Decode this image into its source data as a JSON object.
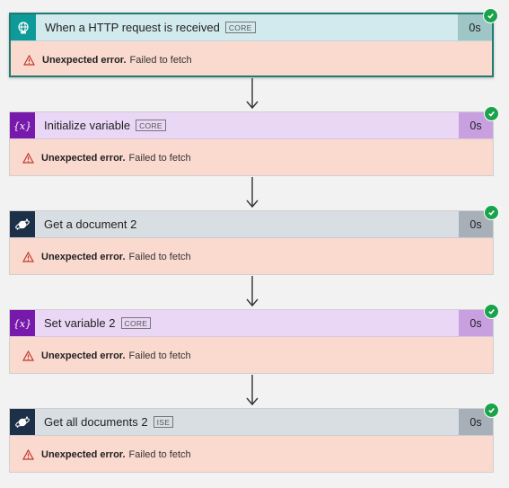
{
  "steps": [
    {
      "title": "When a HTTP request is received",
      "tag": "CORE",
      "duration": "0s",
      "icon": "http-request-icon",
      "header_color": "#d2e9ed",
      "icon_bg": "#0e9a98",
      "duration_bg": "#9ec6c6",
      "status": "succeeded",
      "error_title": "Unexpected error.",
      "error_message": "Failed to fetch"
    },
    {
      "title": "Initialize variable",
      "tag": "CORE",
      "duration": "0s",
      "icon": "variable-icon",
      "header_color": "#e9d7f5",
      "icon_bg": "#7719aa",
      "duration_bg": "#c8a0e0",
      "status": "succeeded",
      "error_title": "Unexpected error.",
      "error_message": "Failed to fetch"
    },
    {
      "title": "Get a document 2",
      "tag": "",
      "duration": "0s",
      "icon": "cosmos-db-icon",
      "header_color": "#d9dee2",
      "icon_bg": "#1c3147",
      "duration_bg": "#a7b0b9",
      "status": "succeeded",
      "error_title": "Unexpected error.",
      "error_message": "Failed to fetch"
    },
    {
      "title": "Set variable 2",
      "tag": "CORE",
      "duration": "0s",
      "icon": "variable-icon",
      "header_color": "#e9d7f5",
      "icon_bg": "#7719aa",
      "duration_bg": "#c8a0e0",
      "status": "succeeded",
      "error_title": "Unexpected error.",
      "error_message": "Failed to fetch"
    },
    {
      "title": "Get all documents 2",
      "tag": "ISE",
      "duration": "0s",
      "icon": "cosmos-db-icon",
      "header_color": "#d9dee2",
      "icon_bg": "#1c3147",
      "duration_bg": "#a7b0b9",
      "status": "succeeded",
      "error_title": "Unexpected error.",
      "error_message": "Failed to fetch"
    }
  ],
  "colors": {
    "error_body": "#fad9cf",
    "success_check": "#1aa34a",
    "warning_icon": "#c0392b",
    "selected_border": "#1d7c72"
  }
}
